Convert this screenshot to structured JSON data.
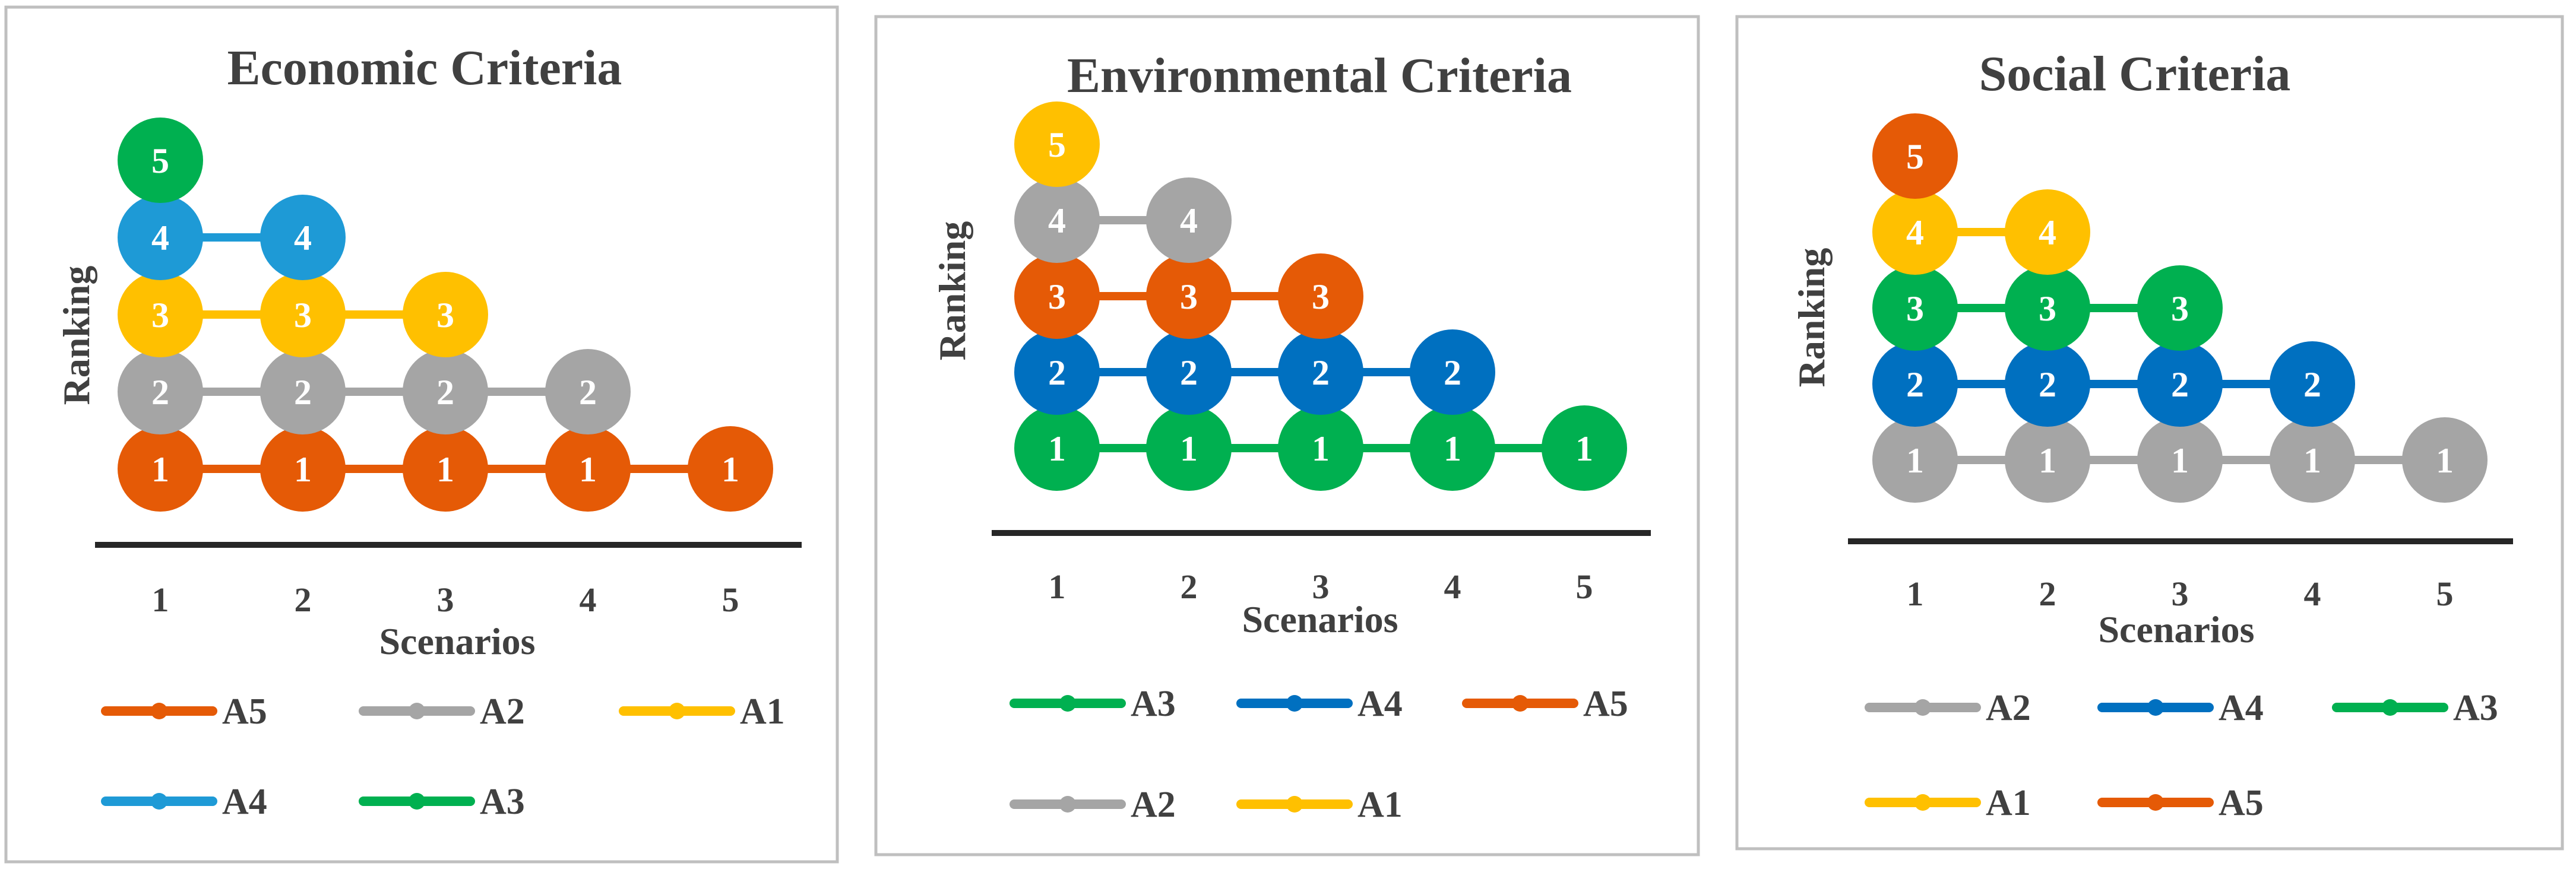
{
  "colors": {
    "A1": "#FFC000",
    "A2": "#A5A5A5",
    "A3": "#00B050",
    "A4_econ": "#1E9AD6",
    "A4": "#0070C0",
    "A5": "#E55A06",
    "frame": "#BFBFBF",
    "axis": "#262626",
    "text": "#404040"
  },
  "chart_data": [
    {
      "type": "line",
      "title": "Economic Criteria",
      "xlabel": "Scenarios",
      "ylabel": "Ranking",
      "x": [
        1,
        2,
        3,
        4,
        5
      ],
      "xlim": [
        1,
        5
      ],
      "ylim": [
        1,
        5
      ],
      "grid": false,
      "legend": "bottom",
      "series": [
        {
          "name": "A5",
          "color": "#E55A06",
          "values": [
            1,
            1,
            1,
            1,
            1
          ]
        },
        {
          "name": "A2",
          "color": "#A5A5A5",
          "values": [
            2,
            2,
            2,
            2,
            null
          ]
        },
        {
          "name": "A1",
          "color": "#FFC000",
          "values": [
            3,
            3,
            3,
            null,
            null
          ]
        },
        {
          "name": "A4",
          "color": "#1E9AD6",
          "values": [
            4,
            4,
            null,
            null,
            null
          ]
        },
        {
          "name": "A3",
          "color": "#00B050",
          "values": [
            5,
            null,
            null,
            null,
            null
          ]
        }
      ]
    },
    {
      "type": "line",
      "title": "Environmental Criteria",
      "xlabel": "Scenarios",
      "ylabel": "Ranking",
      "x": [
        1,
        2,
        3,
        4,
        5
      ],
      "xlim": [
        1,
        5
      ],
      "ylim": [
        1,
        5
      ],
      "grid": false,
      "legend": "bottom",
      "series": [
        {
          "name": "A3",
          "color": "#00B050",
          "values": [
            1,
            1,
            1,
            1,
            1
          ]
        },
        {
          "name": "A4",
          "color": "#0070C0",
          "values": [
            2,
            2,
            2,
            2,
            null
          ]
        },
        {
          "name": "A5",
          "color": "#E55A06",
          "values": [
            3,
            3,
            3,
            null,
            null
          ]
        },
        {
          "name": "A2",
          "color": "#A5A5A5",
          "values": [
            4,
            4,
            null,
            null,
            null
          ]
        },
        {
          "name": "A1",
          "color": "#FFC000",
          "values": [
            5,
            null,
            null,
            null,
            null
          ]
        }
      ]
    },
    {
      "type": "line",
      "title": "Social Criteria",
      "xlabel": "Scenarios",
      "ylabel": "Ranking",
      "x": [
        1,
        2,
        3,
        4,
        5
      ],
      "xlim": [
        1,
        5
      ],
      "ylim": [
        1,
        5
      ],
      "grid": false,
      "legend": "bottom",
      "series": [
        {
          "name": "A2",
          "color": "#A5A5A5",
          "values": [
            1,
            1,
            1,
            1,
            1
          ]
        },
        {
          "name": "A4",
          "color": "#0070C0",
          "values": [
            2,
            2,
            2,
            2,
            null
          ]
        },
        {
          "name": "A3",
          "color": "#00B050",
          "values": [
            3,
            3,
            3,
            null,
            null
          ]
        },
        {
          "name": "A1",
          "color": "#FFC000",
          "values": [
            4,
            4,
            null,
            null,
            null
          ]
        },
        {
          "name": "A5",
          "color": "#E55A06",
          "values": [
            5,
            null,
            null,
            null,
            null
          ]
        }
      ]
    }
  ]
}
